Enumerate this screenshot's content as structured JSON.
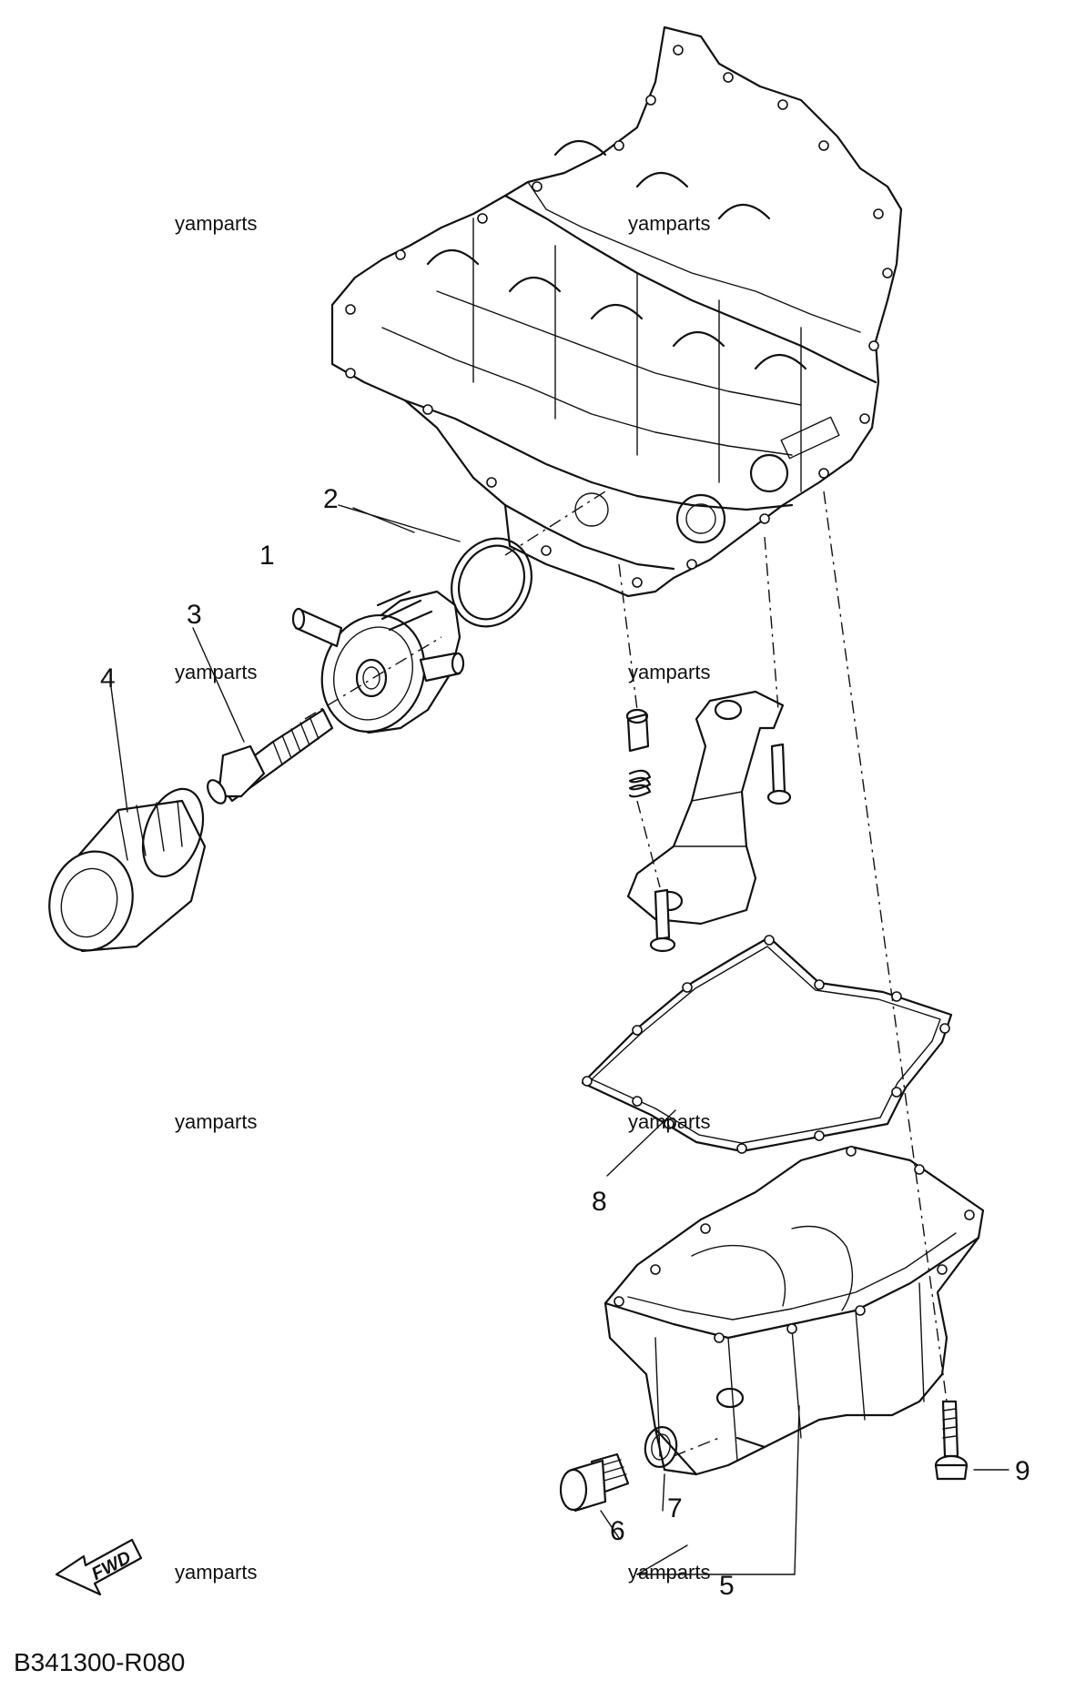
{
  "diagram": {
    "watermark": "yamparts",
    "drawing_code": "B341300-R080",
    "fwd_label": "FWD",
    "callouts": [
      "1",
      "2",
      "3",
      "4",
      "5",
      "6",
      "7",
      "8",
      "9"
    ]
  }
}
